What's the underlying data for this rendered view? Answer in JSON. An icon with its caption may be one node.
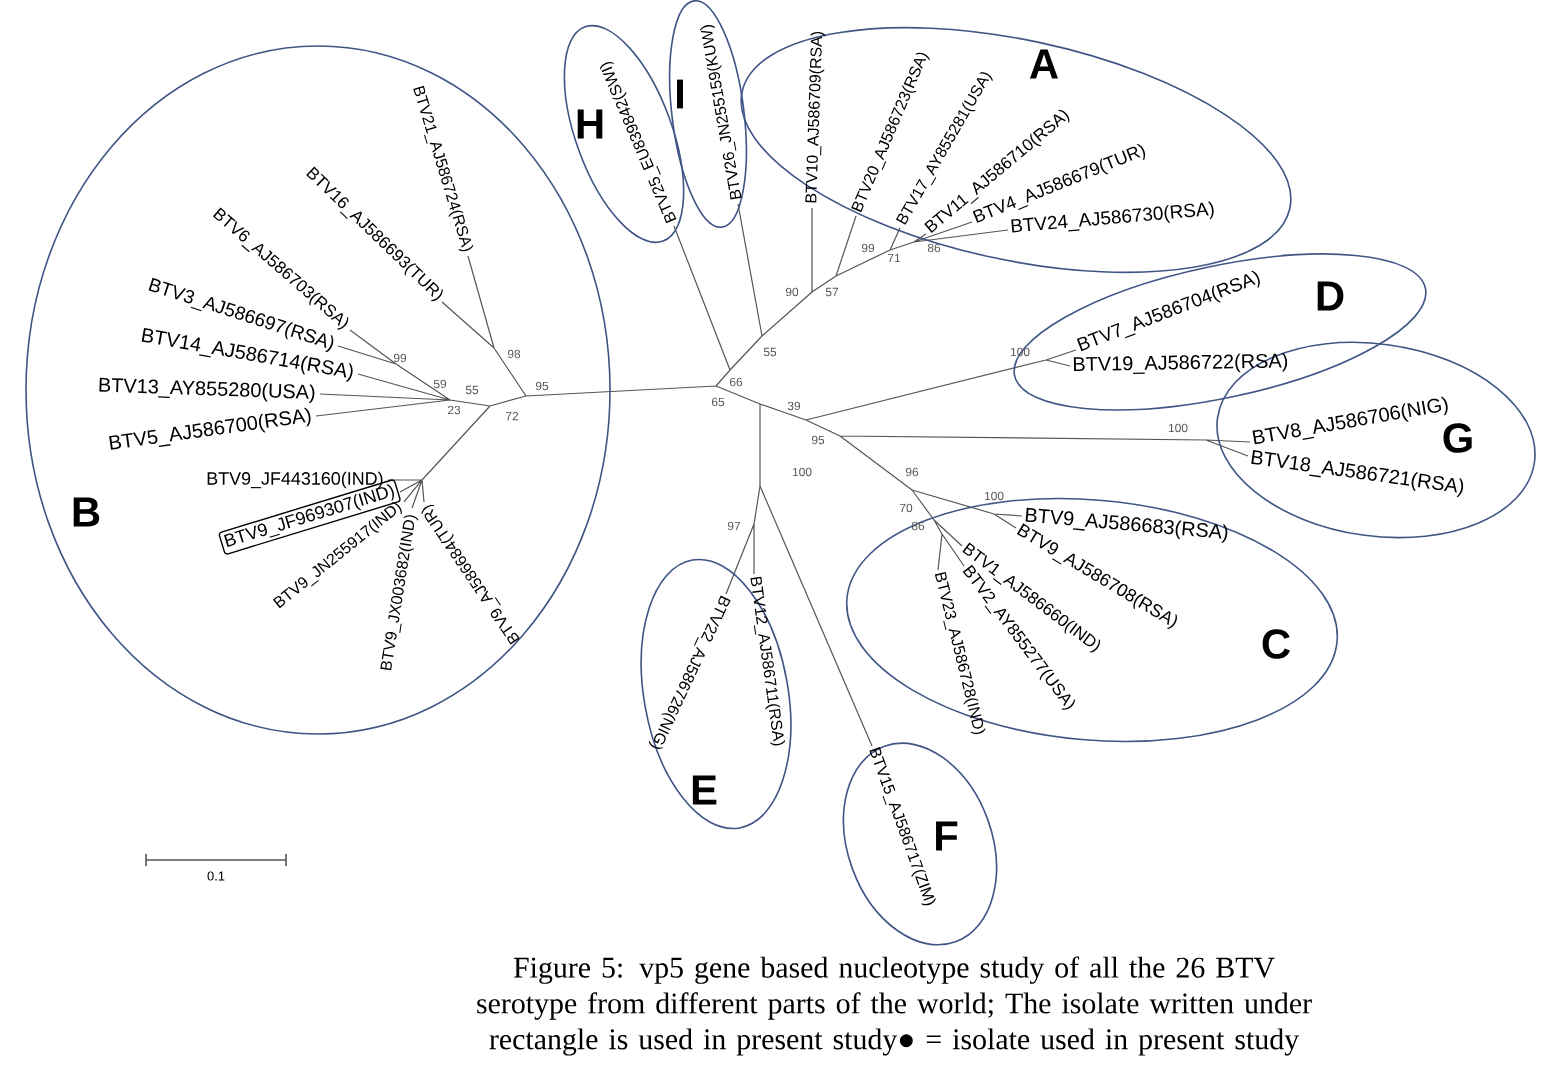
{
  "diagram": {
    "caption": "Figure 5: vp5 gene based nucleotype study of all the 26 BTV serotype from different parts of the world; The isolate written under rectangle is used in present study● = isolate used in present study",
    "nodes": [
      {
        "text": [
          "H"
        ]
      },
      {
        "text": [
          "I"
        ]
      },
      {
        "text": [
          "A"
        ]
      },
      {
        "text": [
          "D"
        ]
      },
      {
        "text": [
          "B"
        ]
      },
      {
        "text": [
          "G"
        ]
      },
      {
        "text": [
          "C"
        ]
      },
      {
        "text": [
          "E"
        ]
      },
      {
        "text": [
          "F"
        ]
      }
    ],
    "labels": [
      "BTV21_AJ586724(RSA)",
      "BTV16_AJ586693(TUR)",
      "BTV6_AJ586703(RSA)",
      "BTV3_AJ586697(RSA)",
      "BTV14_AJ586714(RSA)",
      "BTV13_AY855280(USA)",
      "BTV5_AJ586700(RSA)",
      "BTV9_JF443160(IND)",
      "BTV9_JF969307(IND)",
      "BTV9_JN255917(IND)",
      "BTV9_JX003682(IND)",
      "BTV9_AJ586684(TUR)",
      "BTV25_EU839842(SWI)",
      "BTV26_JN255159(KUW)",
      "BTV10_AJ586709(RSA)",
      "BTV20_AJ586723(RSA)",
      "BTV17_AY855281(USA)",
      "BTV11_AJ586710(RSA)",
      "BTV4_AJ586679(TUR)",
      "BTV24_AJ586730(RSA)",
      "BTV7_AJ586704(RSA)",
      "BTV19_AJ586722(RSA)",
      "BTV8_AJ586706(NIG)",
      "BTV18_AJ586721(RSA)",
      "BTV22_AJ586726(NIG)",
      "BTV12_AJ586711(RSA)",
      "BTV9_AJ586683(RSA)",
      "BTV9_AJ586708(RSA)",
      "BTV1_AJ586660(IND)",
      "BTV2_AY855277(USA)",
      "BTV23_AJ586728(IND)",
      "BTV15_AJ586717(ZIM)",
      "98",
      "95",
      "72",
      "99",
      "59",
      "55",
      "23",
      "66",
      "65",
      "55",
      "90",
      "57",
      "99",
      "71",
      "86",
      "100",
      "39",
      "95",
      "100",
      "100",
      "96",
      "100",
      "97",
      "70",
      "86",
      "0.1"
    ]
  }
}
